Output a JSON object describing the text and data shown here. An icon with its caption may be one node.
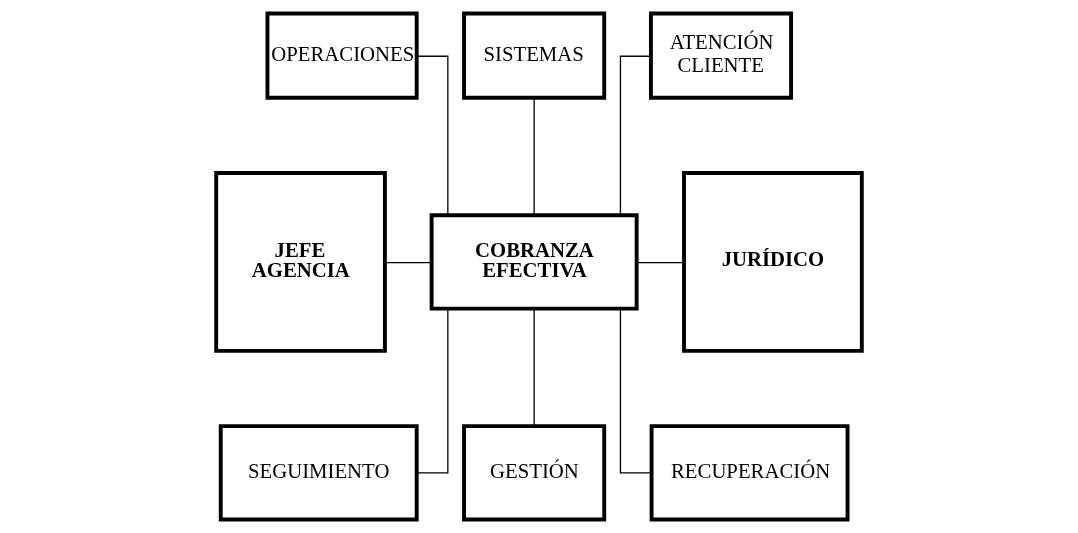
{
  "diagram": {
    "nodes": [
      {
        "text": [
          "OPERACIONES"
        ]
      },
      {
        "text": [
          "SISTEMAS"
        ]
      },
      {
        "text": [
          "ATENCIÓN CLIENTE"
        ]
      },
      {
        "text": [
          "JEFE AGENCIA"
        ]
      },
      {
        "text": [
          "COBRANZA EFECTIVA"
        ]
      },
      {
        "text": [
          "JURÍDICO"
        ]
      },
      {
        "text": [
          "SEGUIMIENTO"
        ]
      },
      {
        "text": [
          "GESTIÓN"
        ]
      },
      {
        "text": [
          "RECUPERACIÓN"
        ]
      }
    ],
    "edges": [
      {
        "from": 0,
        "to": 4,
        "arrow": "none"
      },
      {
        "from": 1,
        "to": 4,
        "arrow": "none"
      },
      {
        "from": 2,
        "to": 4,
        "arrow": "none"
      },
      {
        "from": 3,
        "to": 4,
        "arrow": "none"
      },
      {
        "from": 4,
        "to": 5,
        "arrow": "none"
      },
      {
        "from": 4,
        "to": 6,
        "arrow": "none"
      },
      {
        "from": 4,
        "to": 7,
        "arrow": "none"
      },
      {
        "from": 4,
        "to": 8,
        "arrow": "none"
      }
    ]
  }
}
